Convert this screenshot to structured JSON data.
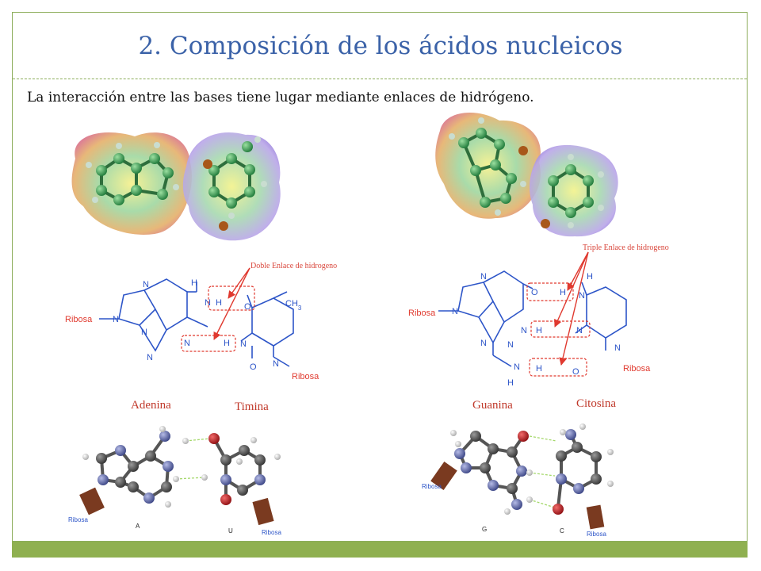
{
  "slide": {
    "title": "2. Composición de los ácidos nucleicos",
    "body": "La interacción entre las bases tiene lugar mediante enlaces de hidrógeno."
  },
  "left_pair": {
    "annotation": "Doble Enlace de hidrogeno",
    "base1": "Adenina",
    "base2": "Timina",
    "ribose1": "Ribosa",
    "ribose2": "Ribosa",
    "methyl": "CH3",
    "atoms": {
      "N": "N",
      "H": "H",
      "O": "O"
    },
    "ball_labels": {
      "a": "A",
      "u": "U",
      "ribosa1": "Ribosa",
      "ribosa2": "Ribosa"
    }
  },
  "right_pair": {
    "annotation": "Triple Enlace de hidrogeno",
    "base1": "Guanina",
    "base2": "Citosina",
    "ribose1": "Ribosa",
    "ribose2": "Ribosa",
    "atoms": {
      "N": "N",
      "H": "H",
      "O": "O"
    },
    "ball_labels": {
      "g": "G",
      "c": "C",
      "ribosa1": "Ribosa",
      "ribosa2": "Ribosa"
    }
  },
  "colors": {
    "title": "#3b62a8",
    "frame": "#8cad5a",
    "footer": "#8fb050",
    "bond_blue": "#2d55c8",
    "annotation_red": "#d9463b",
    "carbon": "#4a4a4a",
    "nitrogen": "#6f77b0",
    "oxygen": "#c2181d",
    "hydrogen": "#d8d8d8",
    "ribose_block": "#7a3a20"
  }
}
